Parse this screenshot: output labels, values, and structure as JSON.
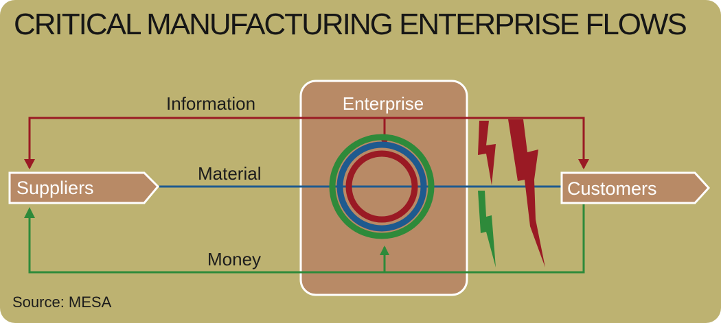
{
  "title": "CRITICAL MANUFACTURING ENTERPRISE FLOWS",
  "source": "Source: MESA",
  "nodes": {
    "enterprise": "Enterprise",
    "suppliers": "Suppliers",
    "customers": "Customers"
  },
  "flows": {
    "information": "Information",
    "material": "Material",
    "money": "Money"
  },
  "colors": {
    "background": "#bdb271",
    "box": "#b88a66",
    "information": "#9a1a24",
    "material": "#1e5a8f",
    "money": "#2e8a3a",
    "text": "#1c1c1c",
    "label_text": "#ffffff"
  }
}
